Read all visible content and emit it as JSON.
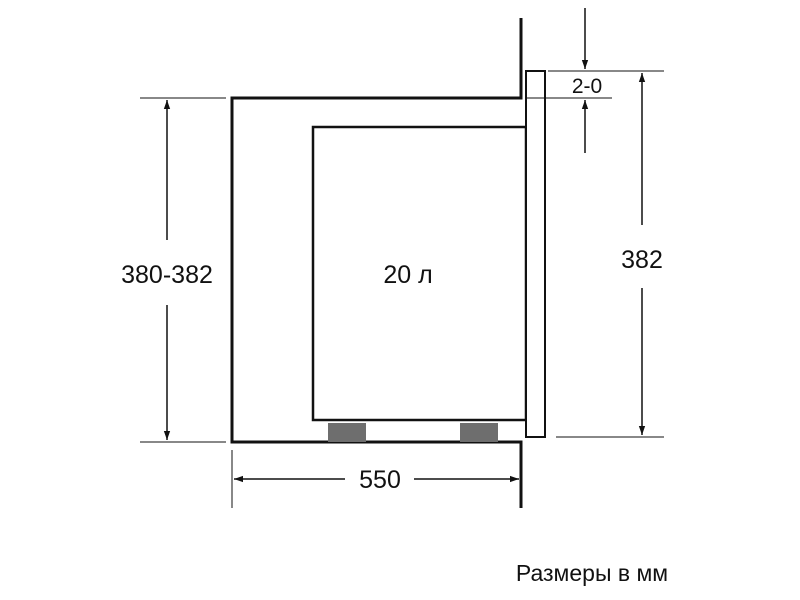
{
  "diagram": {
    "dimensions": {
      "height_left": "380-382",
      "height_right": "382",
      "width_bottom": "550",
      "gap_top": "2-0"
    },
    "cavity_label": "20 л",
    "caption": "Размеры в мм",
    "colors": {
      "line": "#111111",
      "foot": "#6e6e6e",
      "background": "#ffffff"
    }
  }
}
